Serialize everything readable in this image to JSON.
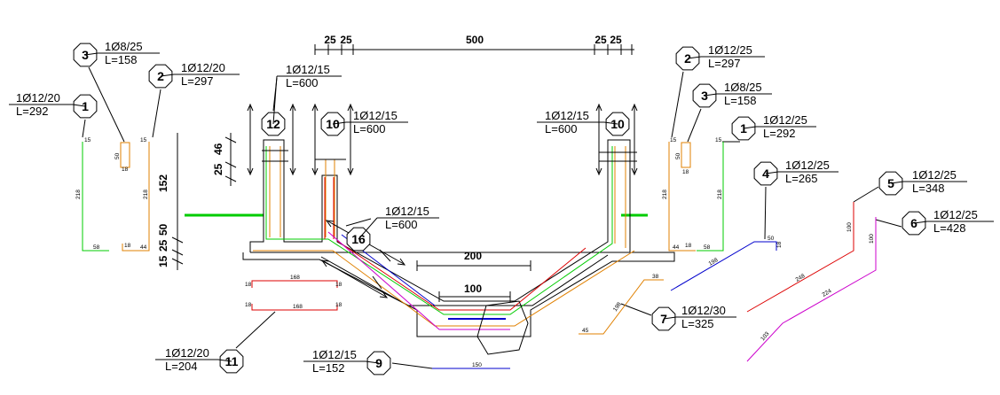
{
  "colors": {
    "green": "#00cc00",
    "orange": "#e08000",
    "red": "#dd0000",
    "blue": "#0000cc",
    "magenta": "#cc00cc",
    "black": "#000000"
  },
  "marks": [
    {
      "id": "1",
      "spec": "1Ø12/20",
      "length": "L=292"
    },
    {
      "id": "2",
      "spec": "1Ø12/20",
      "length": "L=297"
    },
    {
      "id": "3",
      "spec": "1Ø8/25",
      "length": "L=158"
    },
    {
      "id": "12",
      "spec": "1Ø12/15",
      "length": "L=600"
    },
    {
      "id": "10",
      "spec": "1Ø12/15",
      "length": "L=600"
    },
    {
      "id": "10",
      "spec": "1Ø12/15",
      "length": "L=600"
    },
    {
      "id": "16",
      "spec": "1Ø12/15",
      "length": "L=600"
    },
    {
      "id": "2",
      "spec": "1Ø12/25",
      "length": "L=297"
    },
    {
      "id": "3",
      "spec": "1Ø8/25",
      "length": "L=158"
    },
    {
      "id": "1",
      "spec": "1Ø12/25",
      "length": "L=292"
    },
    {
      "id": "4",
      "spec": "1Ø12/25",
      "length": "L=265"
    },
    {
      "id": "5",
      "spec": "1Ø12/25",
      "length": "L=348"
    },
    {
      "id": "6",
      "spec": "1Ø12/25",
      "length": "L=428"
    },
    {
      "id": "7",
      "spec": "1Ø12/30",
      "length": "L=325"
    },
    {
      "id": "11",
      "spec": "1Ø12/20",
      "length": "L=204"
    },
    {
      "id": "9",
      "spec": "1Ø12/15",
      "length": "L=152"
    }
  ],
  "dimensions": {
    "top": [
      "25",
      "25",
      "500",
      "25",
      "25"
    ],
    "left": [
      "25",
      "46",
      "152",
      "50",
      "25",
      "15"
    ],
    "bottom_200": "200",
    "bottom_100": "100"
  },
  "bar_lengths": {
    "b1": [
      "15",
      "218",
      "58"
    ],
    "b2": [
      "15",
      "218",
      "18",
      "44"
    ],
    "b3": [
      "50",
      "18"
    ],
    "b1r": [
      "15",
      "218",
      "58"
    ],
    "b2r": [
      "15",
      "218",
      "44",
      "18"
    ],
    "b3r": [
      "50",
      "18"
    ],
    "b4": [
      "50",
      "18",
      "198"
    ],
    "b5": [
      "100",
      "248"
    ],
    "b6": [
      "100",
      "224",
      "103"
    ],
    "b7": [
      "38",
      "198",
      "45"
    ],
    "b11": [
      "168",
      "18",
      "18",
      "168",
      "18",
      "18"
    ],
    "b9": [
      "150"
    ]
  }
}
